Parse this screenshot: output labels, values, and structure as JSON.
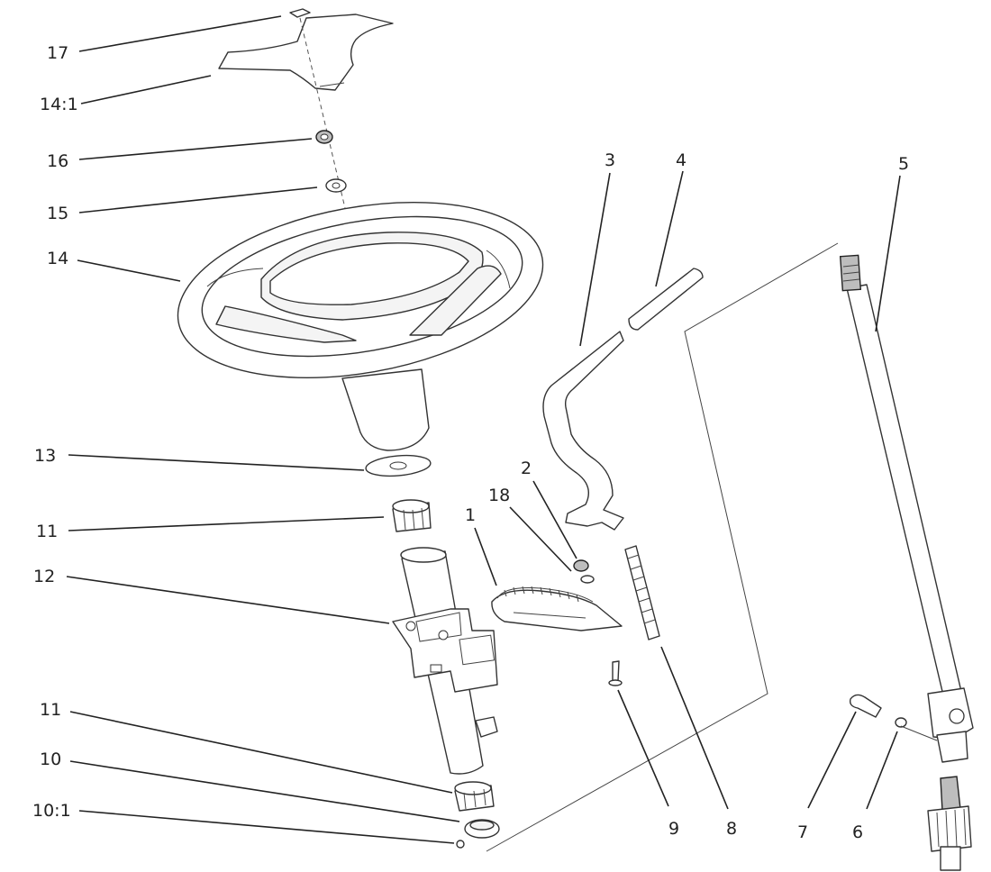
{
  "callouts": [
    {
      "id": "c17",
      "label": "17"
    },
    {
      "id": "c14-1",
      "label": "14:1"
    },
    {
      "id": "c16",
      "label": "16"
    },
    {
      "id": "c15",
      "label": "15"
    },
    {
      "id": "c14",
      "label": "14"
    },
    {
      "id": "c13",
      "label": "13"
    },
    {
      "id": "c11a",
      "label": "11"
    },
    {
      "id": "c12",
      "label": "12"
    },
    {
      "id": "c11b",
      "label": "11"
    },
    {
      "id": "c10",
      "label": "10"
    },
    {
      "id": "c10-1",
      "label": "10:1"
    },
    {
      "id": "c3",
      "label": "3"
    },
    {
      "id": "c4",
      "label": "4"
    },
    {
      "id": "c5",
      "label": "5"
    },
    {
      "id": "c2",
      "label": "2"
    },
    {
      "id": "c18",
      "label": "18"
    },
    {
      "id": "c1",
      "label": "1"
    },
    {
      "id": "c9",
      "label": "9"
    },
    {
      "id": "c8",
      "label": "8"
    },
    {
      "id": "c7",
      "label": "7"
    },
    {
      "id": "c6",
      "label": "6"
    }
  ]
}
